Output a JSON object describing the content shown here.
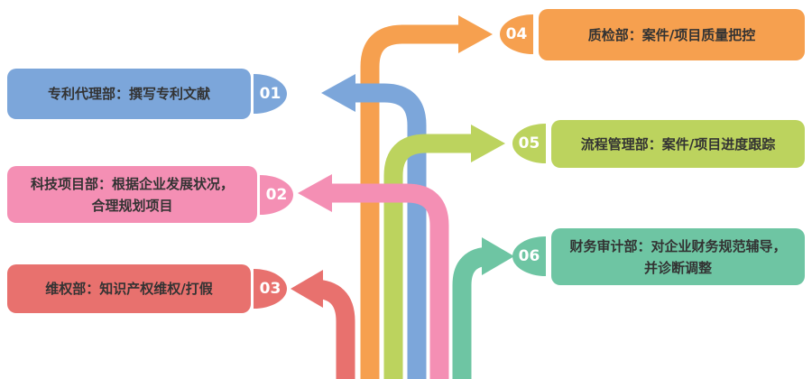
{
  "background": "#FFFFFF",
  "text_color": "#333333",
  "number_color": "#FFFFFF",
  "boxes": [
    {
      "id": "01",
      "side": "left",
      "color": "#7CA6DA",
      "lines": [
        "专利代理部：撰写专利文献"
      ]
    },
    {
      "id": "02",
      "side": "left",
      "color": "#F48FB4",
      "lines": [
        "科技项目部：根据企业发展状况，",
        "合理规划项目"
      ]
    },
    {
      "id": "03",
      "side": "left",
      "color": "#E8716E",
      "lines": [
        "维权部：知识产权维权/打假"
      ]
    },
    {
      "id": "04",
      "side": "right",
      "color": "#F6A04F",
      "lines": [
        "质检部：案件/项目质量把控"
      ]
    },
    {
      "id": "05",
      "side": "right",
      "color": "#BCD35E",
      "lines": [
        "流程管理部：案件/项目进度跟踪"
      ]
    },
    {
      "id": "06",
      "side": "right",
      "color": "#6EC5A3",
      "lines": [
        "财务审计部：对企业财务规范辅导，",
        "并诊断调整"
      ]
    }
  ],
  "arrows": [
    {
      "target": "04",
      "color": "#F6A04F"
    },
    {
      "target": "01",
      "color": "#7CA6DA"
    },
    {
      "target": "05",
      "color": "#BCD35E"
    },
    {
      "target": "02",
      "color": "#F48FB4"
    },
    {
      "target": "06",
      "color": "#6EC5A3"
    },
    {
      "target": "03",
      "color": "#E8716E"
    }
  ]
}
